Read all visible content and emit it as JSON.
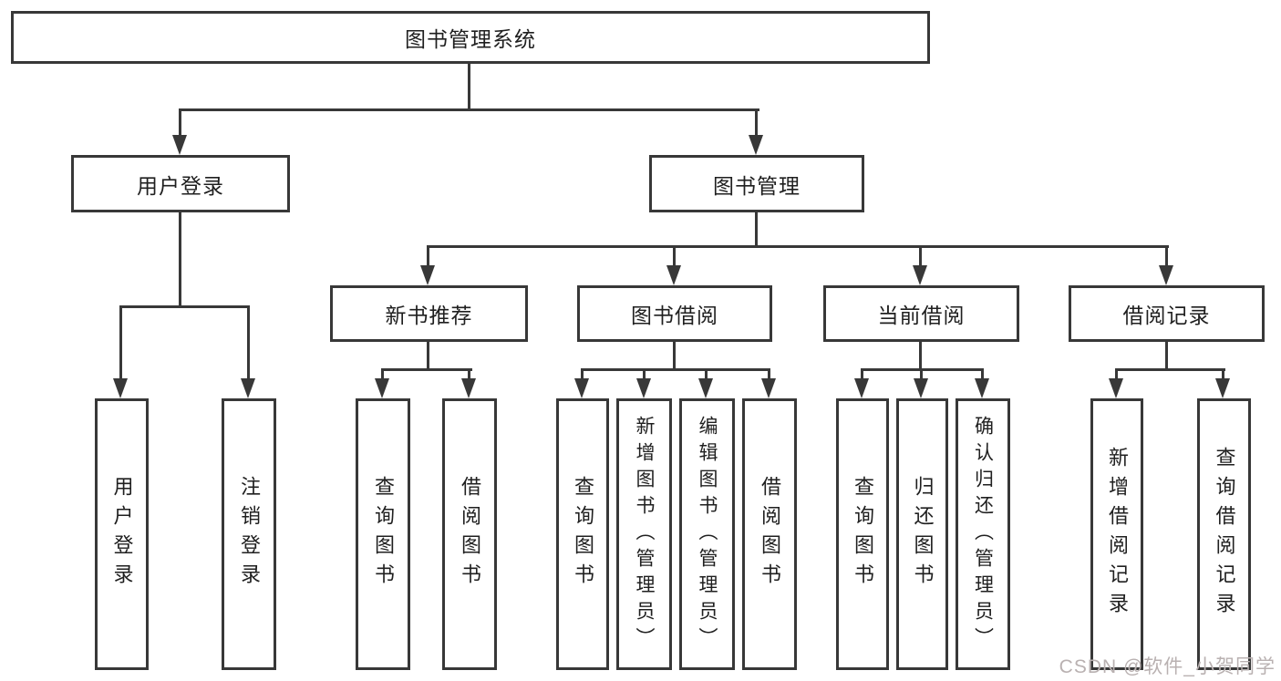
{
  "tree": {
    "root": "图书管理系统",
    "branches": [
      {
        "label": "用户登录",
        "children": [
          "用户登录",
          "注销登录"
        ]
      },
      {
        "label": "图书管理",
        "groups": [
          {
            "label": "新书推荐",
            "children": [
              "查询图书",
              "借阅图书"
            ]
          },
          {
            "label": "图书借阅",
            "children": [
              "查询图书",
              "新增图书（管理员）",
              "编辑图书（管理员）",
              "借阅图书"
            ]
          },
          {
            "label": "当前借阅",
            "children": [
              "查询图书",
              "归还图书",
              "确认归还（管理员）"
            ]
          },
          {
            "label": "借阅记录",
            "children": [
              "新增借阅记录",
              "查询借阅记录"
            ]
          }
        ]
      }
    ]
  },
  "watermark": "CSDN @软件_小贺同学",
  "colors": {
    "line": "#383838",
    "text": "#1f1f1f",
    "box_background": "#ffffff",
    "watermark": "#b9b1b1",
    "page_background": "#ffffff"
  }
}
